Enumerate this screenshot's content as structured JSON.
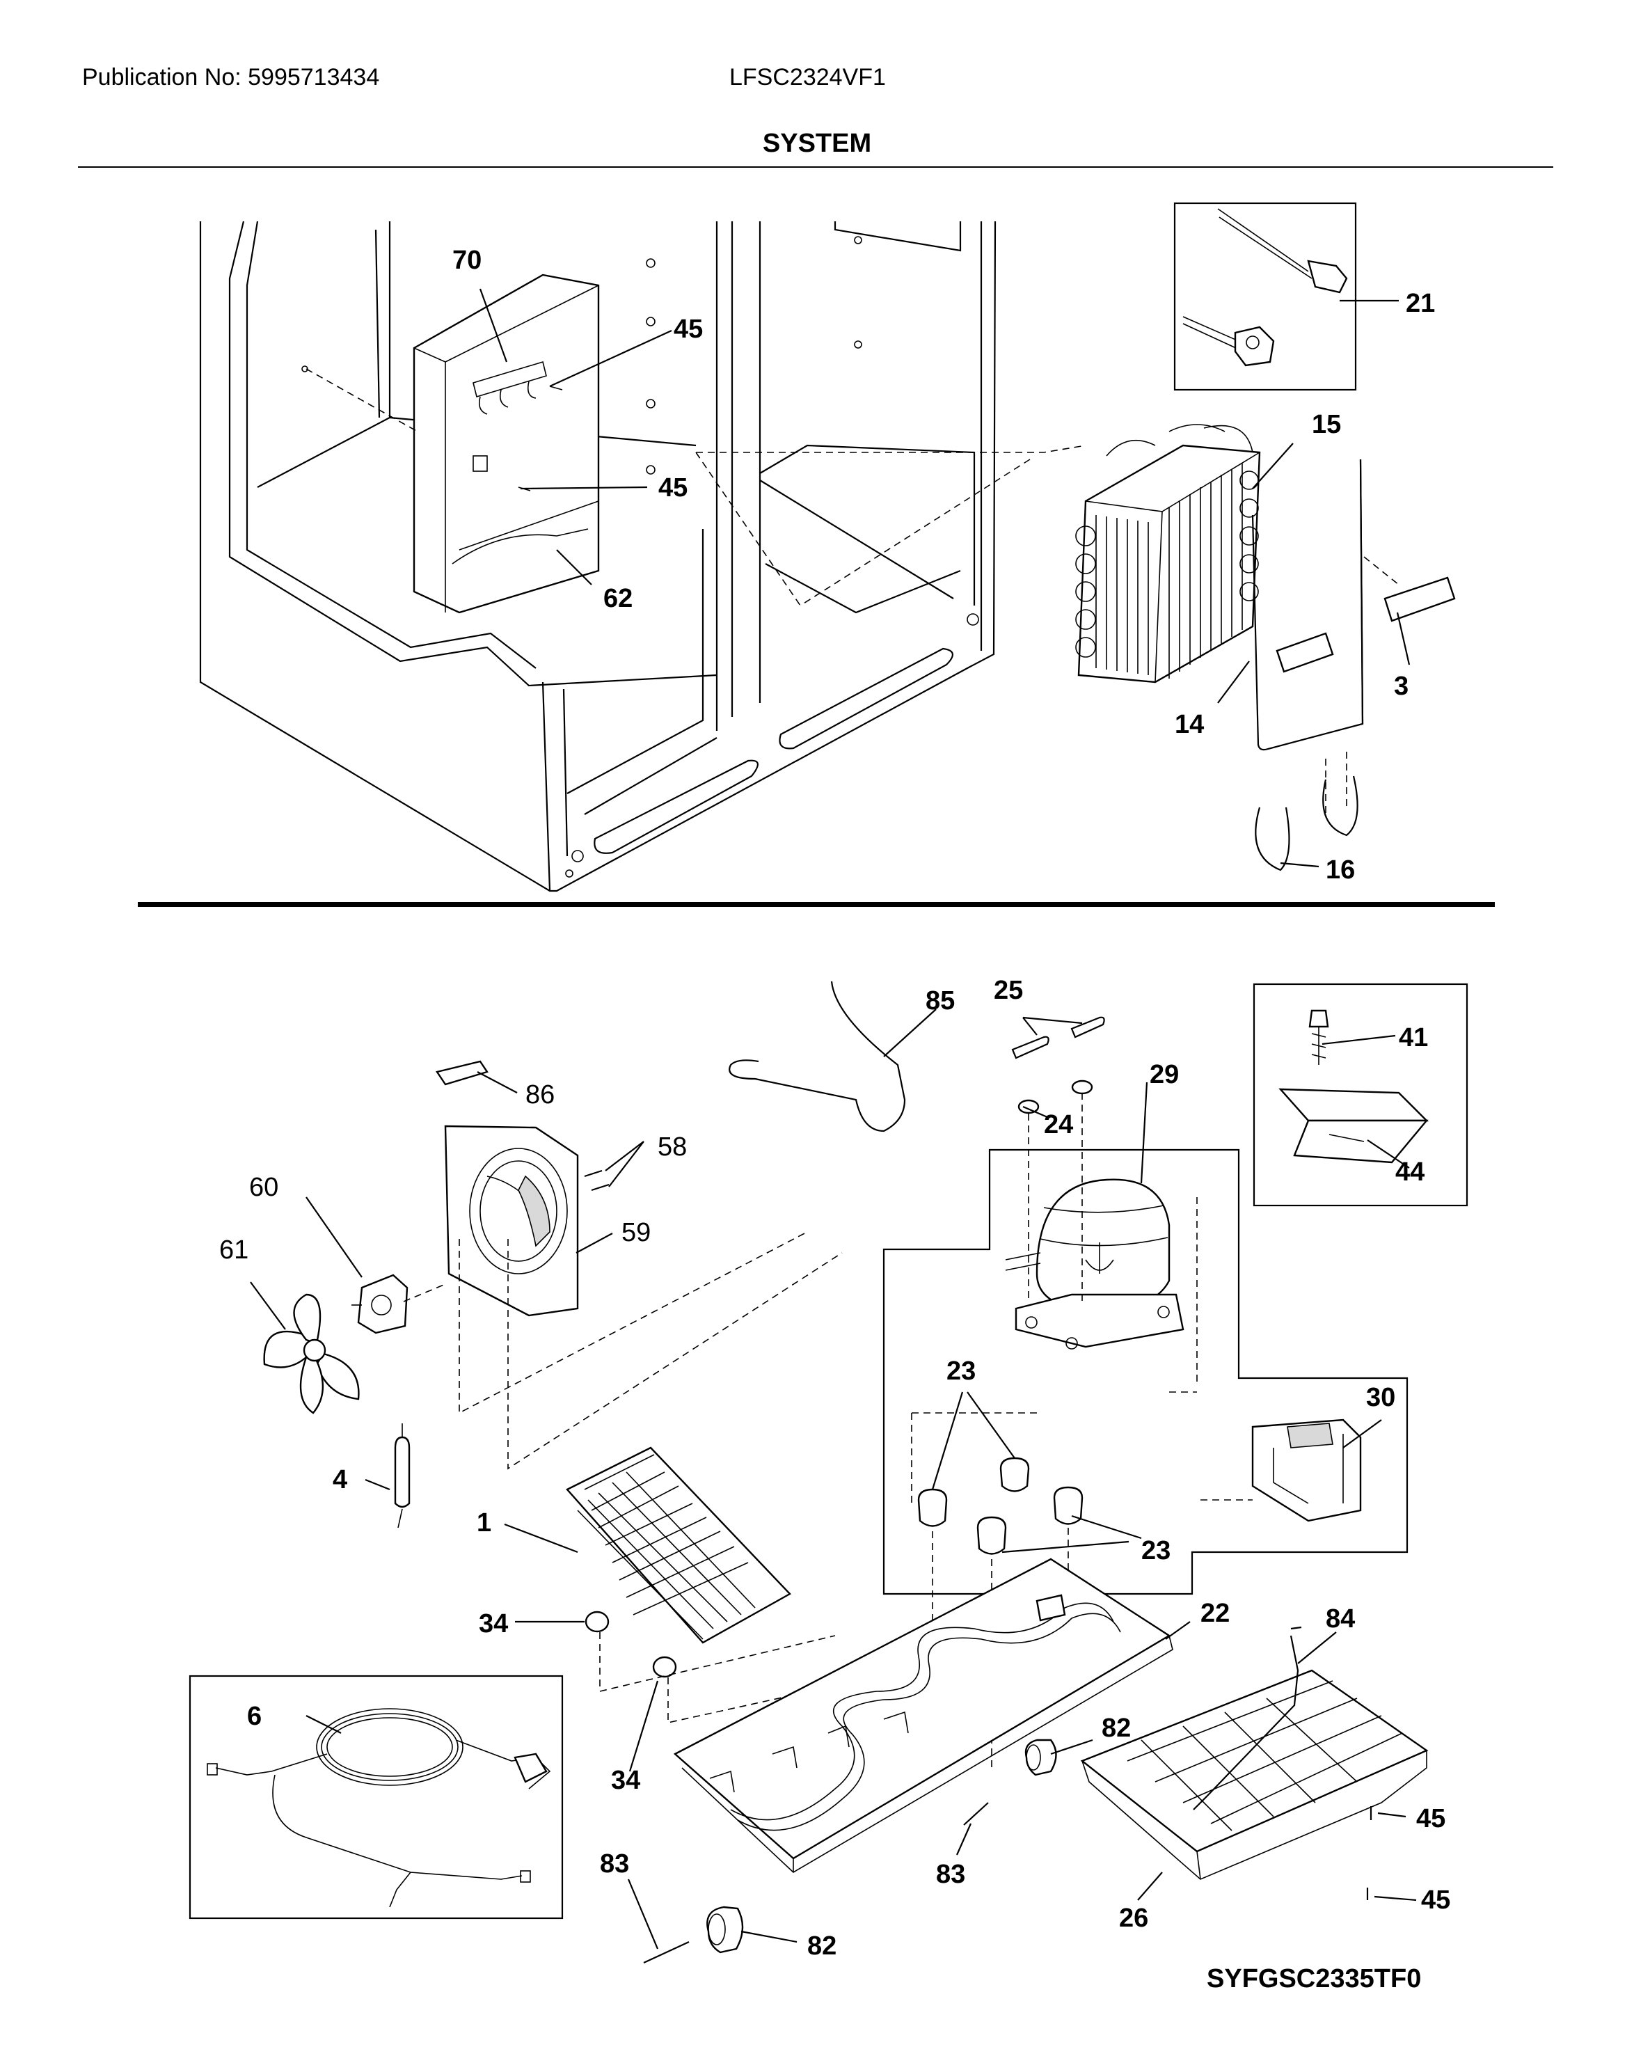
{
  "header": {
    "publication": "Publication No: 5995713434",
    "model": "LFSC2324VF1",
    "section_title": "SYSTEM"
  },
  "footer": {
    "diagram_code": "SYFGSC2335TF0"
  },
  "callouts_top": {
    "c70": "70",
    "c45a": "45",
    "c45b": "45",
    "c62": "62",
    "c21": "21",
    "c15": "15",
    "c3": "3",
    "c14": "14",
    "c16": "16"
  },
  "callouts_bottom": {
    "c85": "85",
    "c25": "25",
    "c86": "86",
    "c24": "24",
    "c29": "29",
    "c41": "41",
    "c44": "44",
    "c58": "58",
    "c60": "60",
    "c59": "59",
    "c61": "61",
    "c23a": "23",
    "c30": "30",
    "c4": "4",
    "c1": "1",
    "c23b": "23",
    "c22": "22",
    "c84": "84",
    "c34a": "34",
    "c6": "6",
    "c34b": "34",
    "c82a": "82",
    "c45c": "45",
    "c83a": "83",
    "c83b": "83",
    "c82b": "82",
    "c26": "26",
    "c45d": "45"
  }
}
